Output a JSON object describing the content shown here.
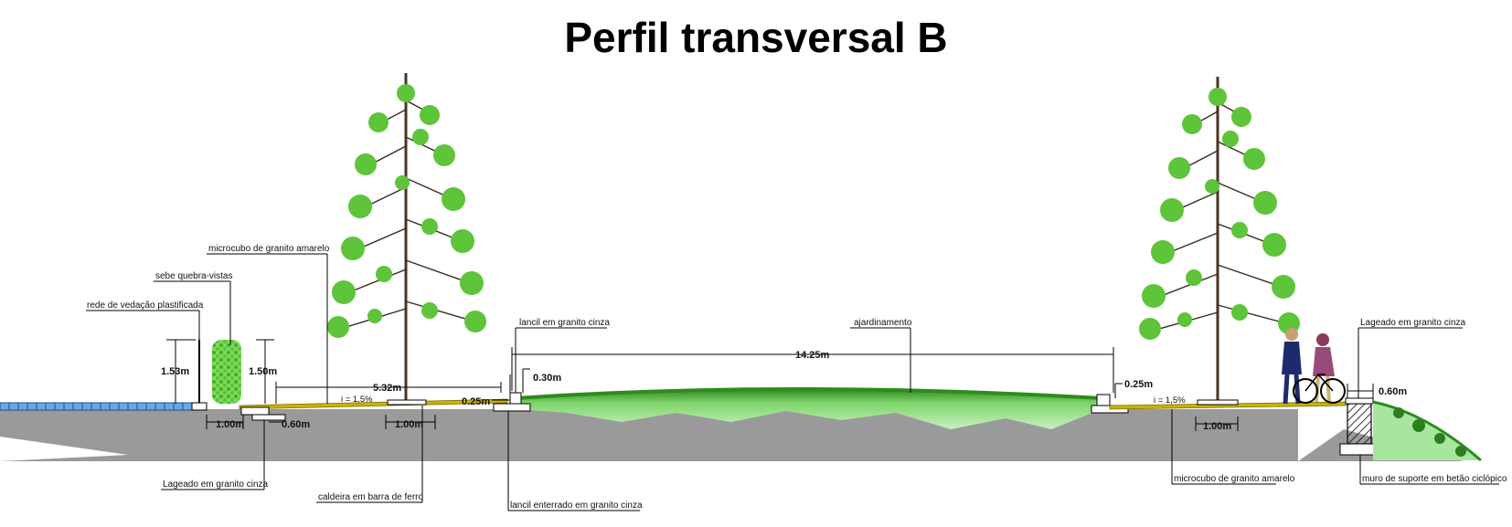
{
  "title": "Perfil transversal B",
  "labels": {
    "microcubo_left": "microcubo de granito amarelo",
    "sebe": "sebe quebra-vistas",
    "rede": "rede de vedação plastificada",
    "lageado_left": "Lageado em granito cinza",
    "caldeira": "caldeira em barra de ferro",
    "lancil_cinza": "lancil em granito cinza",
    "lancil_enterrado": "lancil enterrado em granito cinza",
    "ajardinamento": "ajardinamento",
    "lageado_right": "Lageado em granito cinza",
    "microcubo_right": "microcubo de granito amarelo",
    "muro": "muro de suporte em betão ciclópico"
  },
  "dimensions": {
    "d153": "1.53m",
    "d150": "1.50m",
    "d532": "5.32m",
    "d025_left": "0.25m",
    "d030": "0.30m",
    "d100_a": "1.00m",
    "d060_left": "0.60m",
    "d100_b": "1.00m",
    "d1425": "14.25m",
    "d025_right": "0.25m",
    "d100_c": "1.00m",
    "d060_right": "0.60m"
  },
  "slopes": {
    "left": "i = 1,5%",
    "right": "i = 1,5%"
  },
  "colors": {
    "ground": "#9a9a9a",
    "grass": "#2e8b1e",
    "grass_light": "#a8e6a0",
    "paving": "#c8b400",
    "water": "#6aa8e0",
    "foliage": "#5ec43a"
  }
}
